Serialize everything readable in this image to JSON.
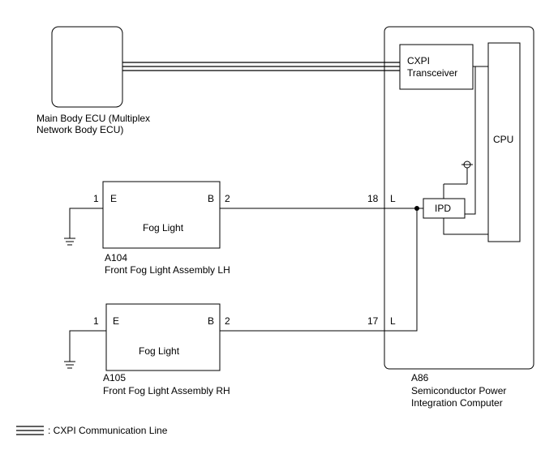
{
  "main_body_ecu": {
    "label_line1": "Main Body ECU (Multiplex",
    "label_line2": "Network Body ECU)"
  },
  "computer": {
    "code": "A86",
    "label_line1": "Semiconductor Power",
    "label_line2": "Integration Computer",
    "transceiver_line1": "CXPI",
    "transceiver_line2": "Transceiver",
    "cpu": "CPU",
    "ipd": "IPD"
  },
  "fog_lh": {
    "code": "A104",
    "name": "Front Fog Light Assembly LH",
    "body": "Fog Light",
    "pin_e_label": "E",
    "pin_b_label": "B",
    "pin_e_num": "1",
    "pin_b_num": "2",
    "ecu_pin": "18",
    "wire_color": "L"
  },
  "fog_rh": {
    "code": "A105",
    "name": "Front Fog Light Assembly RH",
    "body": "Fog Light",
    "pin_e_label": "E",
    "pin_b_label": "B",
    "pin_e_num": "1",
    "pin_b_num": "2",
    "ecu_pin": "17",
    "wire_color": "L"
  },
  "legend": {
    "text": ": CXPI Communication Line"
  }
}
